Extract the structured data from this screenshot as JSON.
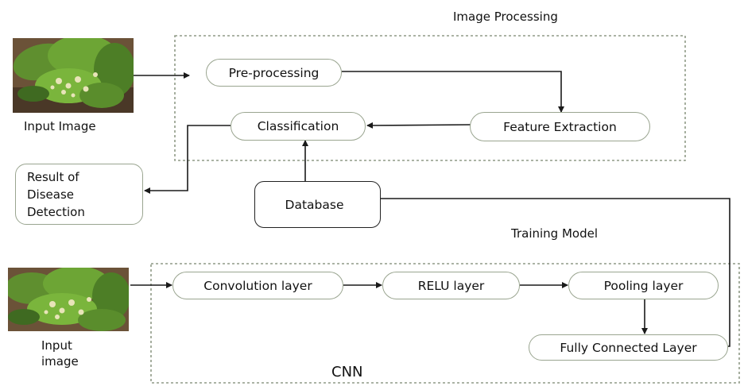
{
  "input_image_top": {
    "caption": "Input Image",
    "icon": "leaf-photo"
  },
  "input_image_bottom": {
    "caption_line1": "Input",
    "caption_line2": "image",
    "icon": "leaf-photo"
  },
  "image_processing": {
    "title": "Image Processing",
    "preprocessing": "Pre-processing",
    "feature_extraction": "Feature Extraction",
    "classification": "Classification"
  },
  "result": {
    "line1": "Result of",
    "line2": "Disease",
    "line3": "Detection"
  },
  "database": "Database",
  "training_model": "Training Model",
  "cnn": {
    "title": "CNN",
    "convolution": "Convolution layer",
    "relu": "RELU layer",
    "pooling": "Pooling layer",
    "fully_connected": "Fully Connected Layer"
  },
  "colors": {
    "node_border": "#9aa590",
    "dashed_border": "#8f9a87",
    "arrow": "#1a1a1a"
  }
}
